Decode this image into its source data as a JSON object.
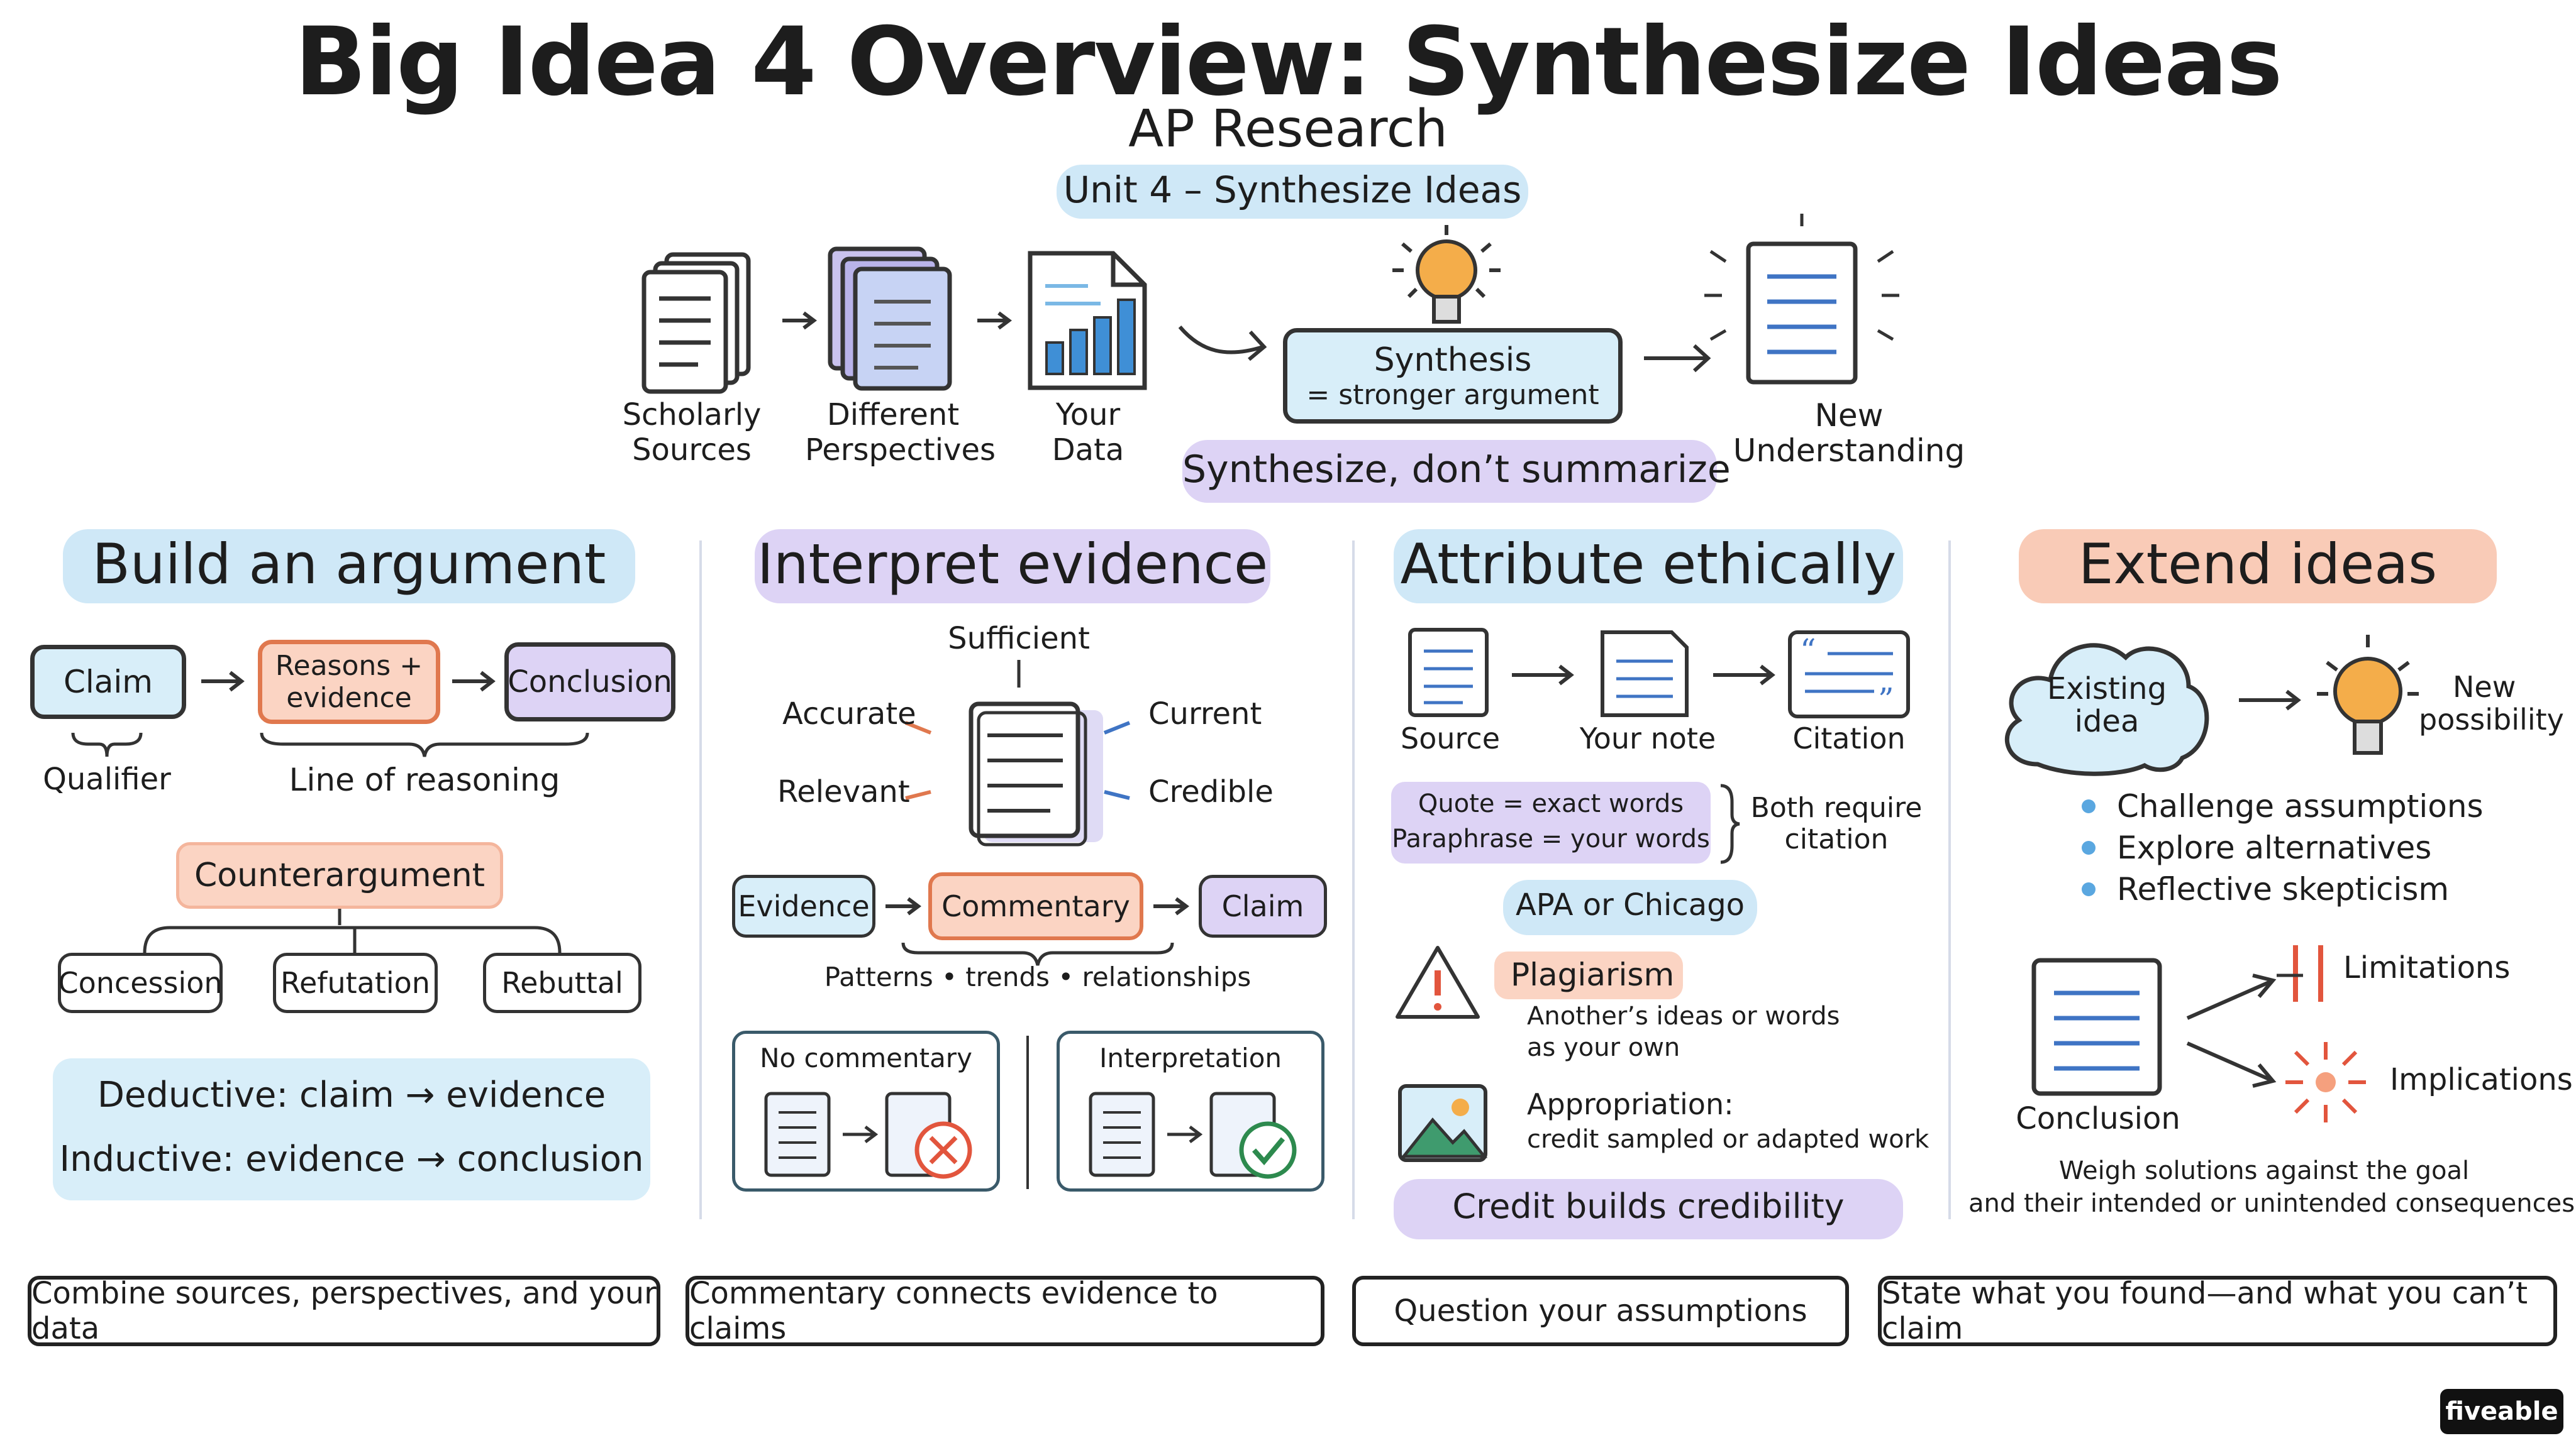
{
  "header": {
    "title": "Big Idea 4 Overview: Synthesize Ideas",
    "subtitle": "AP Research",
    "unit": "Unit 4 – Synthesize Ideas"
  },
  "flow": {
    "scholarly": [
      "Scholarly",
      "Sources"
    ],
    "perspectives": [
      "Different",
      "Perspectives"
    ],
    "data": [
      "Your",
      "Data"
    ],
    "synthesis": [
      "Synthesis",
      "= stronger argument"
    ],
    "new_understanding": [
      "New",
      "Understanding"
    ],
    "motto": "Synthesize, don’t summarize"
  },
  "build": {
    "title": "Build an argument",
    "claim": "Claim",
    "reasons": [
      "Reasons +",
      "evidence"
    ],
    "conclusion": "Conclusion",
    "qualifier": "Qualifier",
    "line_of_reasoning": "Line of reasoning",
    "counterargument": "Counterargument",
    "concession": "Concession",
    "refutation": "Refutation",
    "rebuttal": "Rebuttal",
    "deductive": "Deductive: claim → evidence",
    "inductive": "Inductive: evidence → conclusion"
  },
  "interpret": {
    "title": "Interpret evidence",
    "sufficient": "Sufficient",
    "accurate": "Accurate",
    "current": "Current",
    "relevant": "Relevant",
    "credible": "Credible",
    "evidence": "Evidence",
    "commentary": "Commentary",
    "claim": "Claim",
    "patterns": "Patterns • trends • relationships",
    "no_commentary": "No commentary",
    "interpretation": "Interpretation"
  },
  "attribute": {
    "title": "Attribute ethically",
    "source": "Source",
    "your_note": "Your note",
    "citation": "Citation",
    "quote": "Quote = exact words",
    "paraphrase": "Paraphrase = your words",
    "both_require": [
      "Both require",
      "citation"
    ],
    "apa": "APA or Chicago",
    "plagiarism": "Plagiarism",
    "plagiarism_desc": [
      "Another’s ideas or words",
      "as your own"
    ],
    "appropriation": "Appropriation:",
    "appropriation_desc": "credit sampled or adapted work",
    "credit": "Credit builds credibility"
  },
  "extend": {
    "title": "Extend ideas",
    "existing": [
      "Existing",
      "idea"
    ],
    "new_possibility": [
      "New",
      "possibility"
    ],
    "bullets": [
      "Challenge assumptions",
      "Explore alternatives",
      "Reflective skepticism"
    ],
    "limitations": "Limitations",
    "implications": "Implications",
    "conclusion": "Conclusion",
    "weigh": [
      "Weigh solutions against the goal",
      "and their intended or unintended consequences."
    ]
  },
  "footer": [
    "Combine sources, perspectives, and your data",
    "Commentary connects evidence to claims",
    "Question your assumptions",
    "State what you found—and what you can’t claim"
  ],
  "brand": "fiveable",
  "colors": {
    "blue": "#cfe8f7",
    "purple": "#ded3f5",
    "salmon": "#f9cbb7",
    "orange_border": "#e0784e",
    "green": "#2d8a4e",
    "red": "#e2553d"
  }
}
